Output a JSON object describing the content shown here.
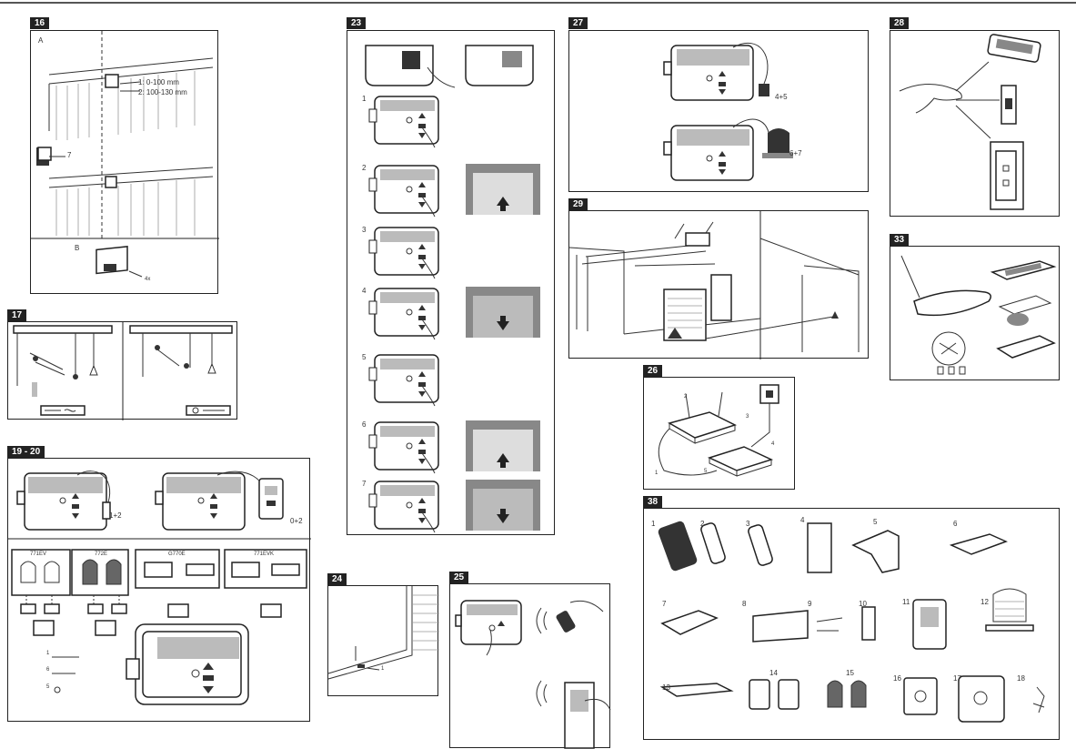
{
  "sections": {
    "s16": {
      "tag": "16",
      "sub_a": "A",
      "sub_b": "B",
      "dim1": "1: 0-100 mm",
      "dim2": "2: 100-130 mm",
      "callout": "7",
      "qty": "4x"
    },
    "s17": {
      "tag": "17"
    },
    "s19": {
      "tag": "19 - 20",
      "label_a": "1+2",
      "label_b": "0+2",
      "models": [
        "771EV",
        "772E",
        "G770E",
        "771EVK"
      ],
      "screw_labels": [
        "1",
        "5",
        "6"
      ]
    },
    "s23": {
      "tag": "23",
      "steps": [
        "1",
        "2",
        "3",
        "4",
        "5",
        "6",
        "7"
      ]
    },
    "s24": {
      "tag": "24",
      "callout": "1"
    },
    "s25": {
      "tag": "25"
    },
    "s26": {
      "tag": "26",
      "callouts": [
        "1",
        "2",
        "3",
        "4",
        "5"
      ]
    },
    "s27": {
      "tag": "27",
      "label_a": "4+5",
      "label_b": "6+7"
    },
    "s28": {
      "tag": "28"
    },
    "s29": {
      "tag": "29"
    },
    "s33": {
      "tag": "33"
    },
    "s38": {
      "tag": "38",
      "items": [
        "1",
        "2",
        "3",
        "4",
        "5",
        "6",
        "7",
        "8",
        "9",
        "10",
        "11",
        "12",
        "13",
        "14",
        "15",
        "16",
        "17",
        "18"
      ]
    }
  }
}
